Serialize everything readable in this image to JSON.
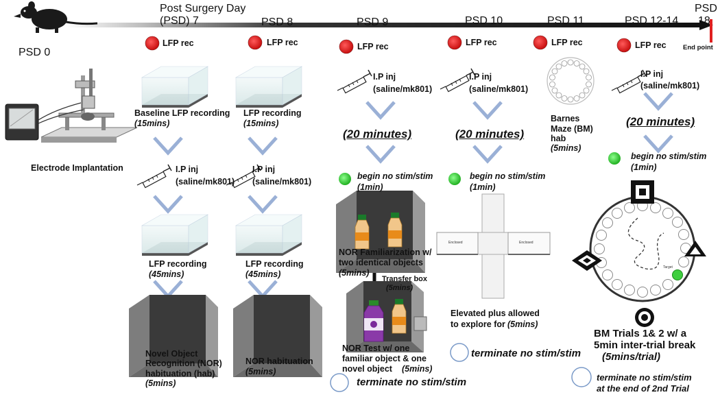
{
  "timeline": {
    "psd0": "PSD 0",
    "psd7_line1": "Post Surgery Day",
    "psd7_line2": "(PSD) 7",
    "psd8": "PSD 8",
    "psd9": "PSD 9",
    "psd10": "PSD 10",
    "psd11": "PSD 11",
    "psd12_14": "PSD 12-14",
    "psd18_line1": "PSD",
    "psd18_line2": "18",
    "end_point": "End point"
  },
  "lfp_rec": "LFP rec",
  "col0": {
    "label": "Electrode Implantation"
  },
  "col1": {
    "step1_line1": "Baseline LFP recording",
    "step1_dur": "(15mins)",
    "inj_line1": "I.P inj",
    "inj_line2": "(saline/mk801)",
    "step3_line1": "LFP recording",
    "step3_dur": "(45mins)",
    "step4_line1": "Novel Object",
    "step4_line2": "Recognition  (NOR)",
    "step4_line3": "habituation (hab)",
    "step4_dur": "(5mins)"
  },
  "col2": {
    "step1_line1": "LFP recording",
    "step1_dur": "(15mins)",
    "inj_line1": "I.P inj",
    "inj_line2": "(saline/mk801)",
    "step3_line1": "LFP recording",
    "step3_dur": "(45mins)",
    "step4_line1": "NOR habituation",
    "step4_dur": "(5mins)"
  },
  "col3": {
    "inj_line1": "I.P inj",
    "inj_line2": "(saline/mk801)",
    "wait": "(20 minutes)",
    "stim_line1": "begin no stim/stim",
    "stim_line2": "(1min)",
    "fam_line1": "NOR Familiarization w/",
    "fam_line2": "two identical objects",
    "fam_dur": "(5mins)",
    "transfer_line1": "Transfer box",
    "transfer_dur": "(5mins)",
    "test_line1": "NOR Test w/ one",
    "test_line2": "familiar object & one",
    "test_line3": "novel object",
    "test_dur": "(5mins)",
    "terminate": "terminate no stim/stim"
  },
  "col4": {
    "inj_line1": "I.P inj",
    "inj_line2": "(saline/mk801)",
    "wait": "(20 minutes)",
    "stim_line1": "begin no stim/stim",
    "stim_line2": "(1min)",
    "maze_left": "Enclosed",
    "maze_right": "Enclosed",
    "epm_line1": "Elevated plus allowed",
    "epm_line2": "to explore for",
    "epm_dur": "(5mins)",
    "terminate": "terminate no stim/stim"
  },
  "col5": {
    "bm_line1": "Barnes",
    "bm_line2": "Maze (BM)",
    "bm_line3": "hab",
    "bm_dur": "(5mins)"
  },
  "col6": {
    "inj_line1": "I.P inj",
    "inj_line2": "(saline/mk801)",
    "wait": "(20 minutes)",
    "stim_line1": "begin no stim/stim",
    "stim_line2": "(1min)",
    "target": "Target",
    "trials_line1": "BM Trials 1& 2 w/ a",
    "trials_line2": "5min inter-trial break",
    "trials_dur": "(5mins/trial)",
    "term_line1": "terminate no stim/stim",
    "term_line2": "at the end of 2nd Trial"
  },
  "colors": {
    "red_dot": "#e02020",
    "green_dot": "#3fcf3f",
    "chevron": "#9ab0d6",
    "timeline": "#1a1a1a",
    "end_mark": "#e02020"
  }
}
